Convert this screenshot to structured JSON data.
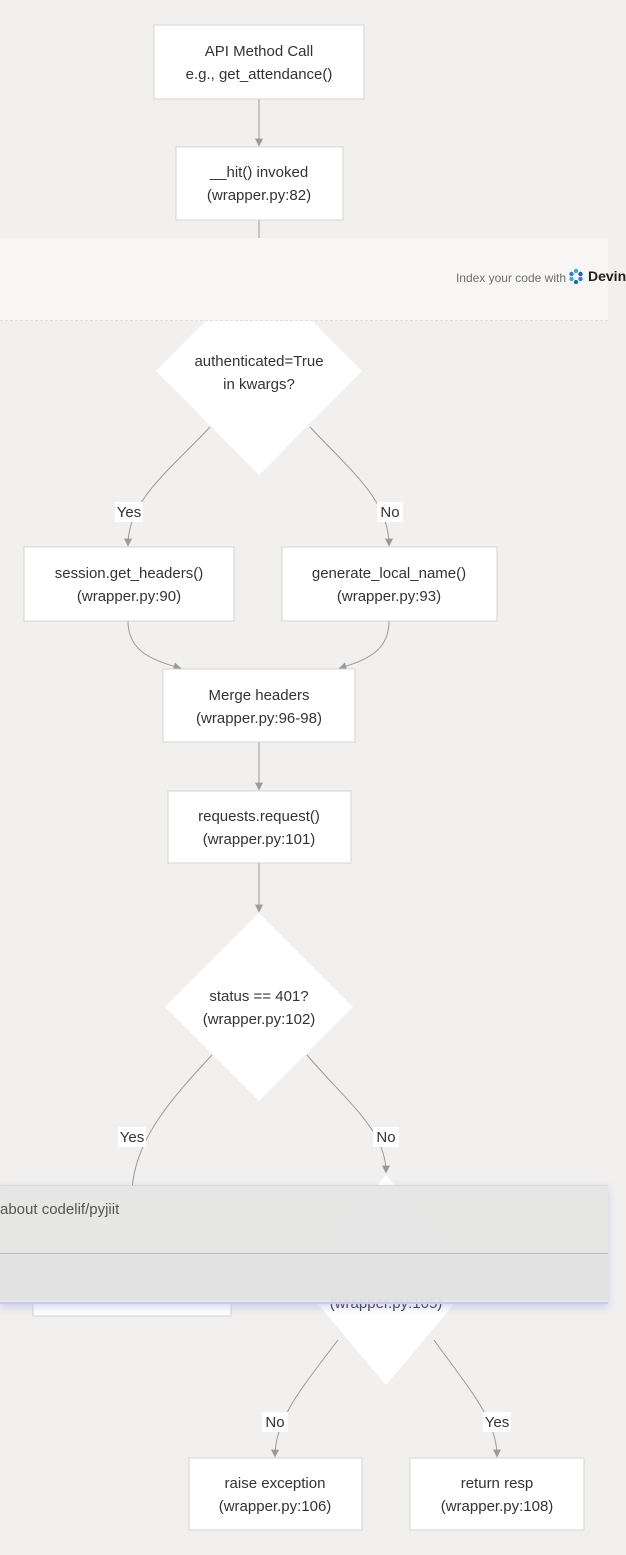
{
  "diagram": {
    "nodes": [
      {
        "id": "api-method-call",
        "shape": "rect",
        "lines": [
          "API Method Call",
          "e.g., get_attendance()"
        ]
      },
      {
        "id": "hit-invoked",
        "shape": "rect",
        "lines": [
          "__hit() invoked",
          "(wrapper.py:82)"
        ]
      },
      {
        "id": "authenticated-check",
        "shape": "diamond",
        "lines": [
          "authenticated=True",
          "in kwargs?"
        ]
      },
      {
        "id": "get-headers",
        "shape": "rect",
        "lines": [
          "session.get_headers()",
          "(wrapper.py:90)"
        ]
      },
      {
        "id": "generate-local-name",
        "shape": "rect",
        "lines": [
          "generate_local_name()",
          "(wrapper.py:93)"
        ]
      },
      {
        "id": "merge-headers",
        "shape": "rect",
        "lines": [
          "Merge headers",
          "(wrapper.py:96-98)"
        ]
      },
      {
        "id": "requests-request",
        "shape": "rect",
        "lines": [
          "requests.request()",
          "(wrapper.py:101)"
        ]
      },
      {
        "id": "status-check",
        "shape": "diamond",
        "lines": [
          "status == 401?",
          "(wrapper.py:102)"
        ]
      },
      {
        "id": "retry-node",
        "shape": "rect",
        "lines": [
          "",
          ""
        ]
      },
      {
        "id": "ok-check",
        "shape": "diamond",
        "lines": [
          "",
          "(wrapper.py:105)"
        ]
      },
      {
        "id": "raise-exception",
        "shape": "rect",
        "lines": [
          "raise exception",
          "(wrapper.py:106)"
        ]
      },
      {
        "id": "return-resp",
        "shape": "rect",
        "lines": [
          "return resp",
          "(wrapper.py:108)"
        ]
      }
    ],
    "edge_labels": {
      "auth_yes": "Yes",
      "auth_no": "No",
      "status_yes": "Yes",
      "status_no": "No",
      "ok_no": "No",
      "ok_yes": "Yes"
    }
  },
  "index_banner": {
    "text": "Index your code with",
    "brand": "Devin",
    "brand_colors": [
      "#2f7fd8",
      "#35b5c9",
      "#1d5fa8"
    ]
  },
  "ask_panel": {
    "prompt": "about codelif/pyjiit"
  },
  "colors": {
    "background": "#f1f0ee",
    "node_fill": "#ffffff",
    "node_stroke": "#d4d4d4",
    "edge": "#9a9a9a"
  }
}
